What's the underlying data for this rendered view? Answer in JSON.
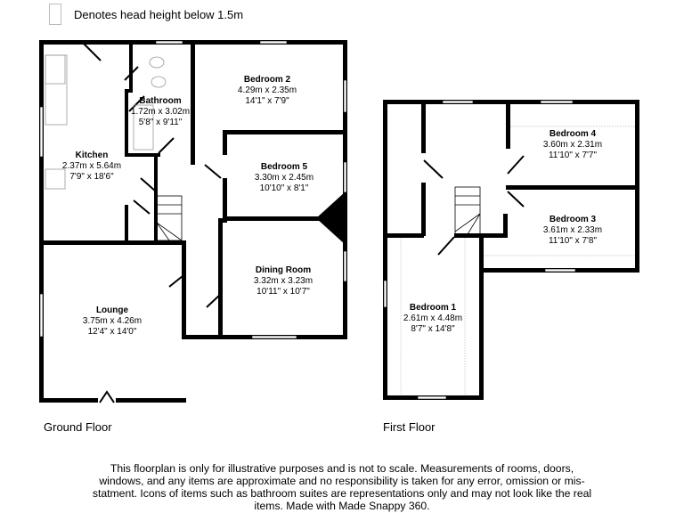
{
  "legend": {
    "text": "Denotes head height below 1.5m"
  },
  "floors": [
    {
      "label": "Ground Floor",
      "rooms": [
        {
          "name": "Kitchen",
          "metric": "2.37m x 5.64m",
          "imperial": "7'9\" x 18'6\""
        },
        {
          "name": "Bathroom",
          "metric": "1.72m x 3.02m",
          "imperial": "5'8\" x 9'11\""
        },
        {
          "name": "Bedroom 2",
          "metric": "4.29m x 2.35m",
          "imperial": "14'1\" x 7'9\""
        },
        {
          "name": "Bedroom 5",
          "metric": "3.30m x 2.45m",
          "imperial": "10'10\" x 8'1\""
        },
        {
          "name": "Dining Room",
          "metric": "3.32m x 3.23m",
          "imperial": "10'11\" x 10'7\""
        },
        {
          "name": "Lounge",
          "metric": "3.75m x 4.26m",
          "imperial": "12'4\" x 14'0\""
        }
      ]
    },
    {
      "label": "First Floor",
      "rooms": [
        {
          "name": "Bedroom 4",
          "metric": "3.60m x 2.31m",
          "imperial": "11'10\" x 7'7\""
        },
        {
          "name": "Bedroom 3",
          "metric": "3.61m x 2.33m",
          "imperial": "11'10\" x 7'8\""
        },
        {
          "name": "Bedroom 1",
          "metric": "2.61m x 4.48m",
          "imperial": "8'7\" x 14'8\""
        }
      ]
    }
  ],
  "disclaimer": "This floorplan is only for illustrative purposes and is not to scale. Measurements of rooms, doors, windows, and any items are approximate and no responsibility is taken for any error, omission or mis-statment. Icons of items such as bathroom suites are representations only and may not look like the real items. Made with Made Snappy 360.",
  "colors": {
    "wall": "#000000",
    "window": "#ffffff",
    "headroom_line": "#bbbbbb"
  }
}
